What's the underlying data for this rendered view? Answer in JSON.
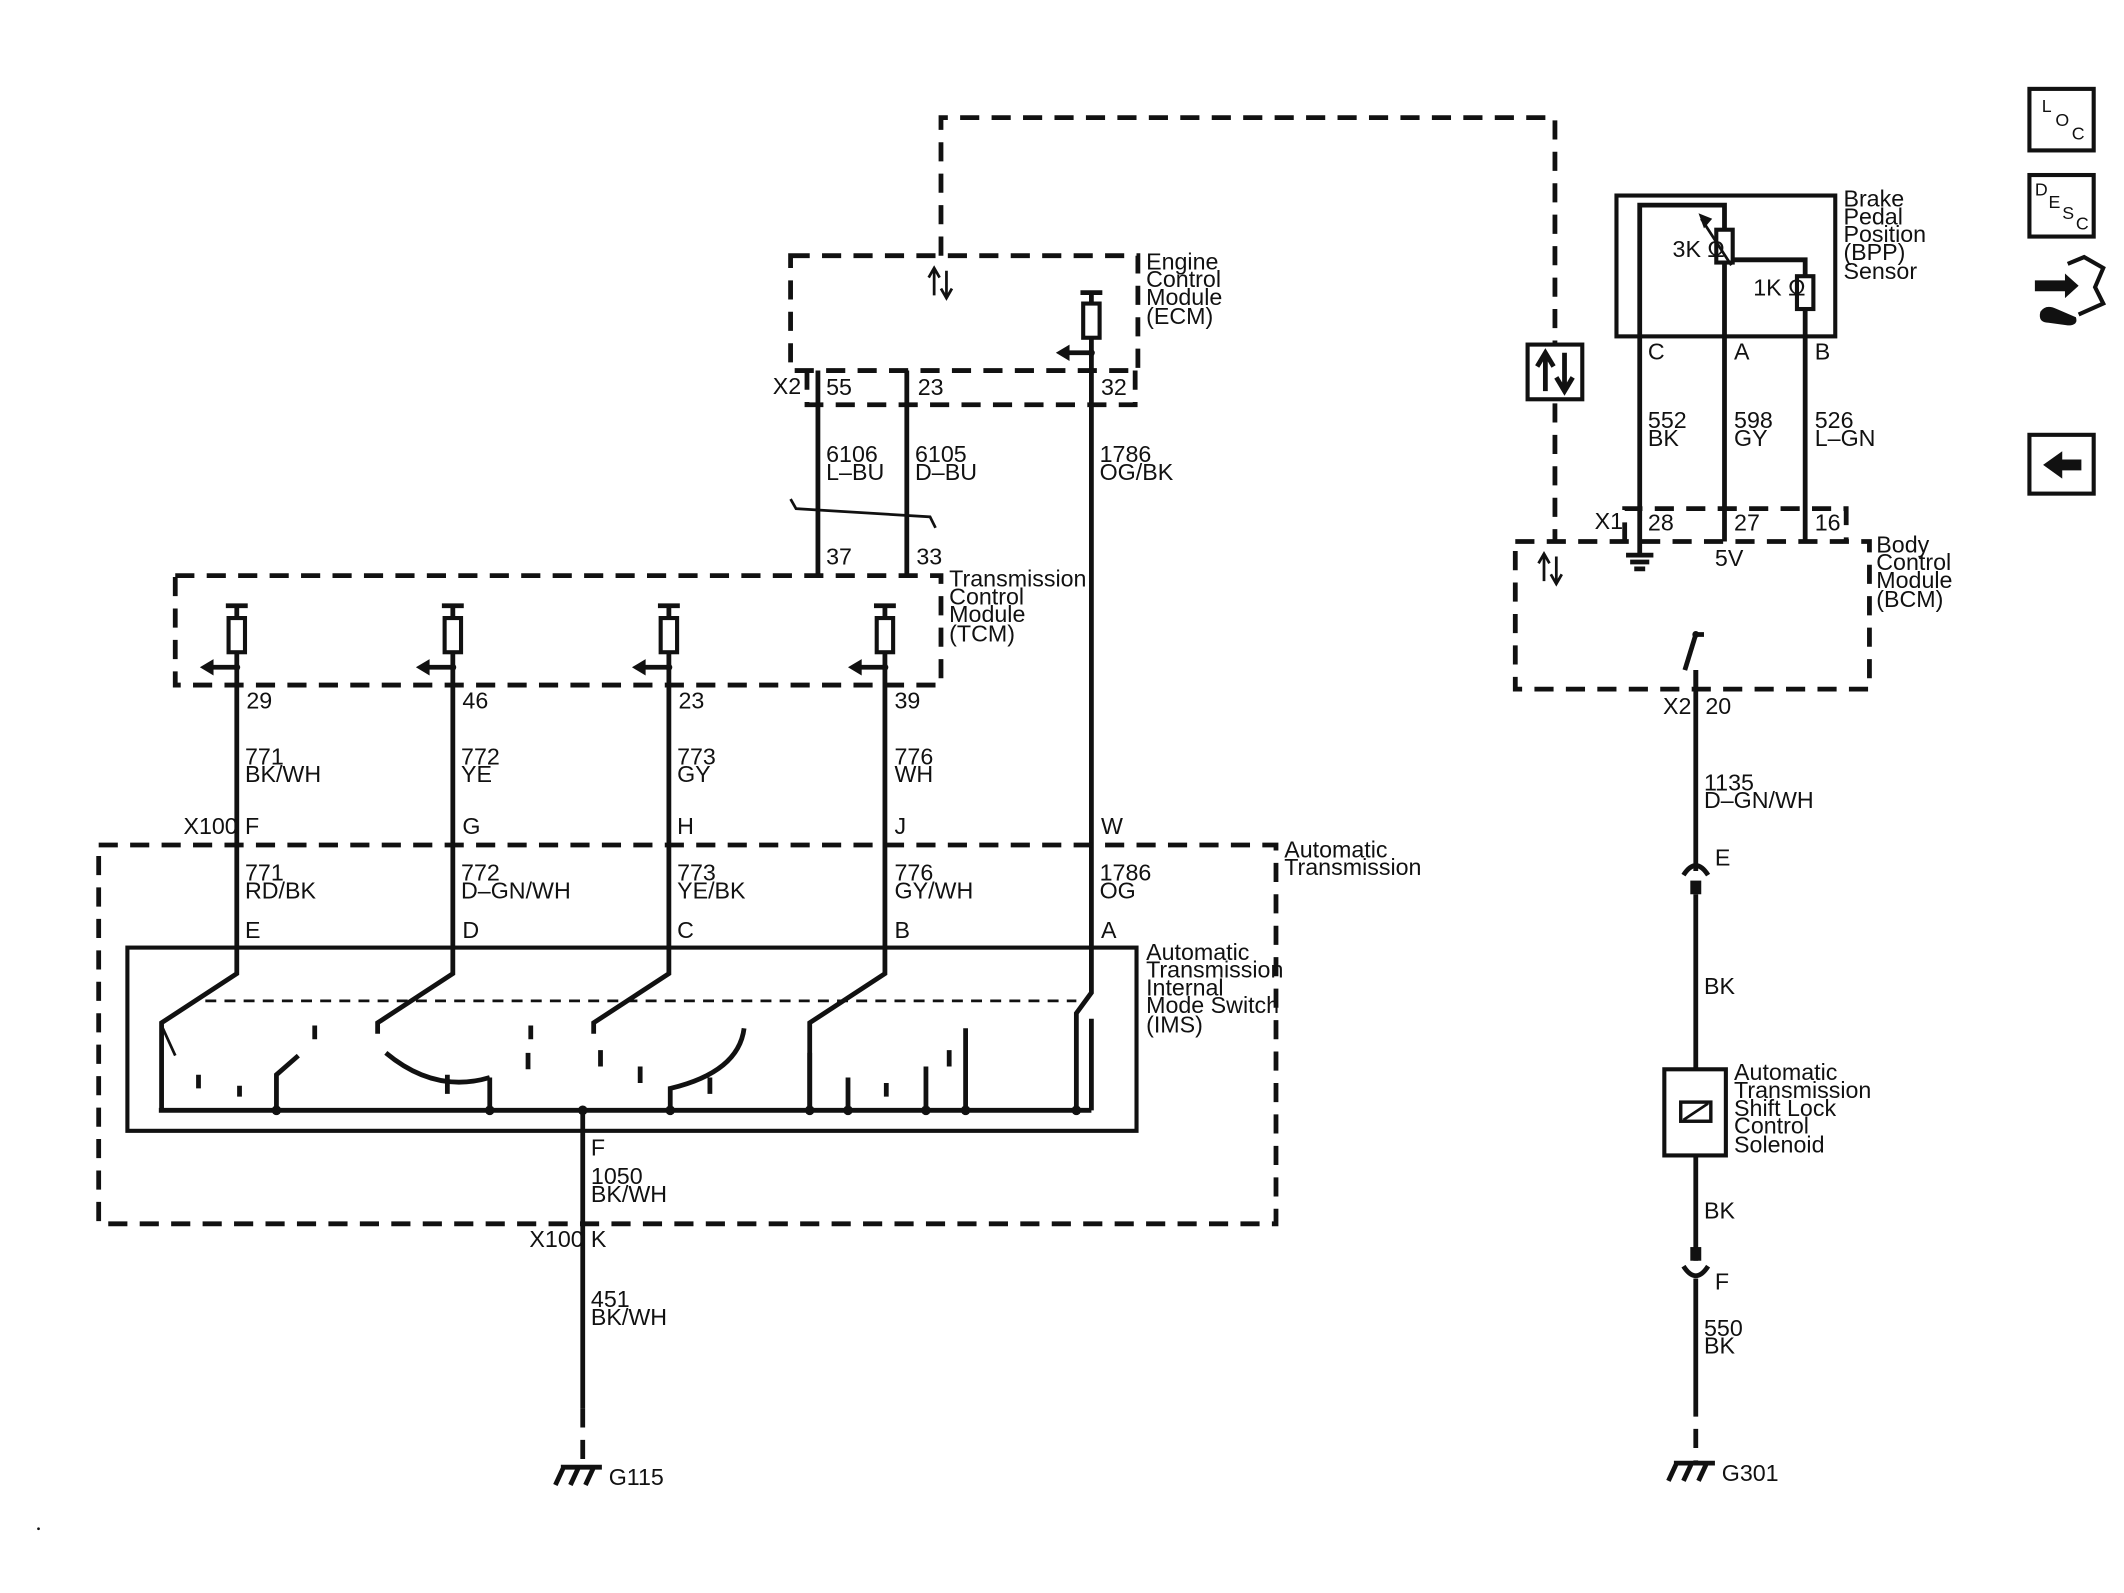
{
  "modules": {
    "ecm": [
      "Engine",
      "Control",
      "Module",
      "(ECM)"
    ],
    "tcm": [
      "Transmission",
      "Control",
      "Module",
      "(TCM)"
    ],
    "bcm": [
      "Body",
      "Control",
      "Module",
      "(BCM)"
    ],
    "bpp": [
      "Brake",
      "Pedal",
      "Position",
      "(BPP)",
      "Sensor"
    ],
    "auto_trans": [
      "Automatic",
      "Transmission"
    ],
    "ims": [
      "Automatic",
      "Transmission",
      "Internal",
      "Mode Switch",
      "(IMS)"
    ],
    "solenoid": [
      "Automatic",
      "Transmission",
      "Shift Lock",
      "Control",
      "Solenoid"
    ]
  },
  "connectors": {
    "ecm": "X2",
    "tcm_x100": "X100",
    "x100_ground": "X100",
    "bcm_x1": "X1",
    "bcm_x2": "X2"
  },
  "ecm_pins": [
    "55",
    "23",
    "32"
  ],
  "tcm_pins_top": [
    "37",
    "33"
  ],
  "tcm_pins": [
    "29",
    "46",
    "23",
    "39"
  ],
  "x100_pins": [
    "F",
    "G",
    "H",
    "J",
    "W"
  ],
  "ims_pins": [
    "E",
    "D",
    "C",
    "B",
    "A"
  ],
  "ims_ground_pin": "F",
  "x100_ground_pin": "K",
  "bpp_pins": [
    "C",
    "A",
    "B"
  ],
  "bcm_x1_pins": [
    "28",
    "27",
    "16"
  ],
  "bcm_x2_pin": "20",
  "bcm_supply": "5V",
  "resistors": {
    "r3k": "3K Ω",
    "r1k": "1K Ω"
  },
  "solenoid_pins": {
    "top": "E",
    "bottom": "F"
  },
  "wires": {
    "w6106": [
      "6106",
      "L–BU"
    ],
    "w6105": [
      "6105",
      "D–BU"
    ],
    "w1786a": [
      "1786",
      "OG/BK"
    ],
    "w771a": [
      "771",
      "BK/WH"
    ],
    "w772a": [
      "772",
      "YE"
    ],
    "w773a": [
      "773",
      "GY"
    ],
    "w776a": [
      "776",
      "WH"
    ],
    "w771b": [
      "771",
      "RD/BK"
    ],
    "w772b": [
      "772",
      "D–GN/WH"
    ],
    "w773b": [
      "773",
      "YE/BK"
    ],
    "w776b": [
      "776",
      "GY/WH"
    ],
    "w1786b": [
      "1786",
      "OG"
    ],
    "w1050": [
      "1050",
      "BK/WH"
    ],
    "w451": [
      "451",
      "BK/WH"
    ],
    "w552": [
      "552",
      "BK"
    ],
    "w598": [
      "598",
      "GY"
    ],
    "w526": [
      "526",
      "L–GN"
    ],
    "w1135": [
      "1135",
      "D–GN/WH"
    ],
    "wbk1": "BK",
    "wbk2": "BK",
    "w550": [
      "550",
      "BK"
    ]
  },
  "grounds": [
    "G115",
    "G301"
  ],
  "nav_icons": [
    "loc-icon",
    "desc-icon",
    "connector-icon",
    "back-arrow-icon"
  ],
  "nav_labels": {
    "loc": [
      "L",
      "O",
      "C"
    ],
    "desc": [
      "D",
      "E",
      "S",
      "C"
    ]
  }
}
